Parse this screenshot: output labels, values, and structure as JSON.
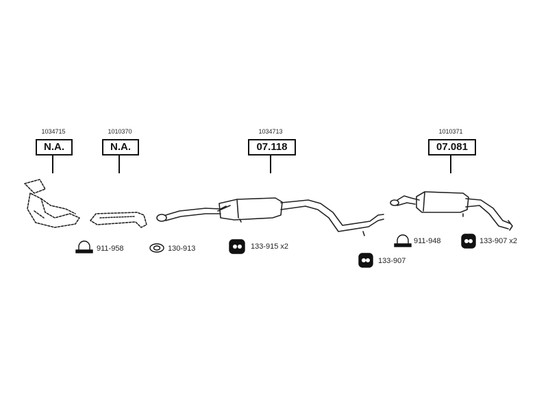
{
  "parts": [
    {
      "ref": "1034715",
      "code": "N.A."
    },
    {
      "ref": "1010370",
      "code": "N.A."
    },
    {
      "ref": "1034713",
      "code": "07.118"
    },
    {
      "ref": "1010371",
      "code": "07.081"
    }
  ],
  "accessories": [
    {
      "code": "911-958",
      "icon": "exhaust-clamp-icon"
    },
    {
      "code": "130-913",
      "icon": "gasket-ring-icon"
    },
    {
      "code": "133-915 x2",
      "icon": "rubber-hanger-icon"
    },
    {
      "code": "133-907",
      "icon": "rubber-hanger-icon"
    },
    {
      "code": "911-948",
      "icon": "exhaust-clamp-icon"
    },
    {
      "code": "133-907 x2",
      "icon": "rubber-hanger-icon"
    }
  ]
}
